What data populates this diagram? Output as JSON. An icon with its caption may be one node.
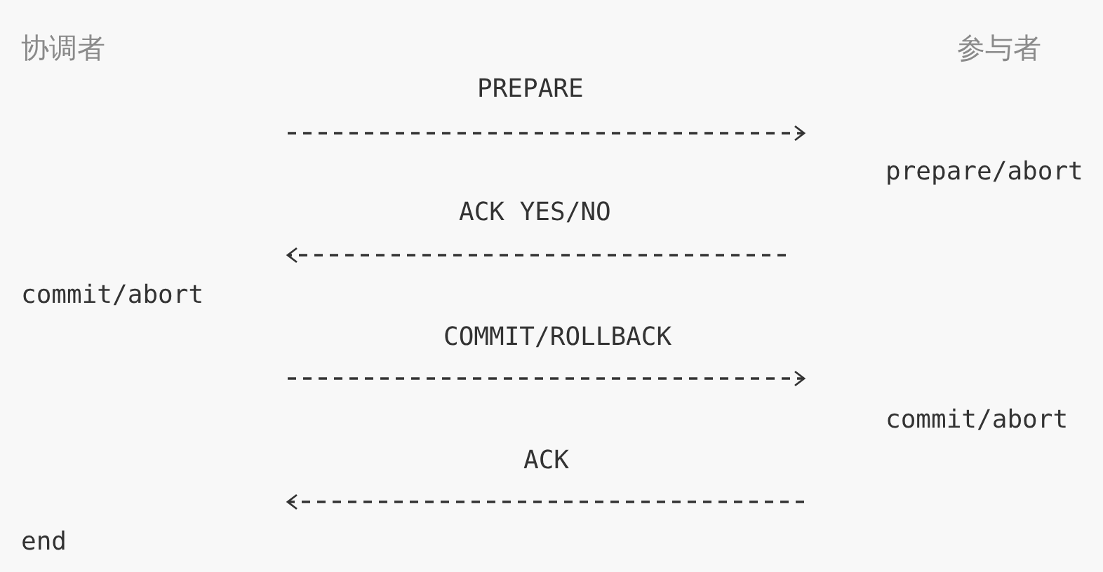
{
  "diagram": {
    "labels": [
      "协调者",
      "参与者",
      "PREPARE",
      "prepare/abort",
      "ACK YES/NO",
      "commit/abort",
      "COMMIT/ROLLBACK",
      "commit/abort",
      "ACK",
      "end"
    ]
  }
}
